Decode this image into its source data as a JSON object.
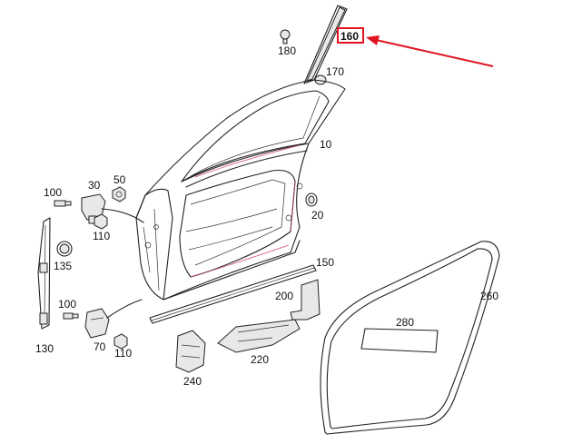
{
  "labels": {
    "l160": "160",
    "l180": "180",
    "l170": "170",
    "l10": "10",
    "l100a": "100",
    "l30": "30",
    "l50": "50",
    "l20": "20",
    "l110a": "110",
    "l135": "135",
    "l150": "150",
    "l260": "260",
    "l200": "200",
    "l100b": "100",
    "l280": "280",
    "l130": "130",
    "l70": "70",
    "l110b": "110",
    "l220": "220",
    "l240": "240"
  },
  "colors": {
    "highlight": "#e0141e",
    "line": "#222222",
    "label": "#111111"
  },
  "highlighted_part": "160"
}
